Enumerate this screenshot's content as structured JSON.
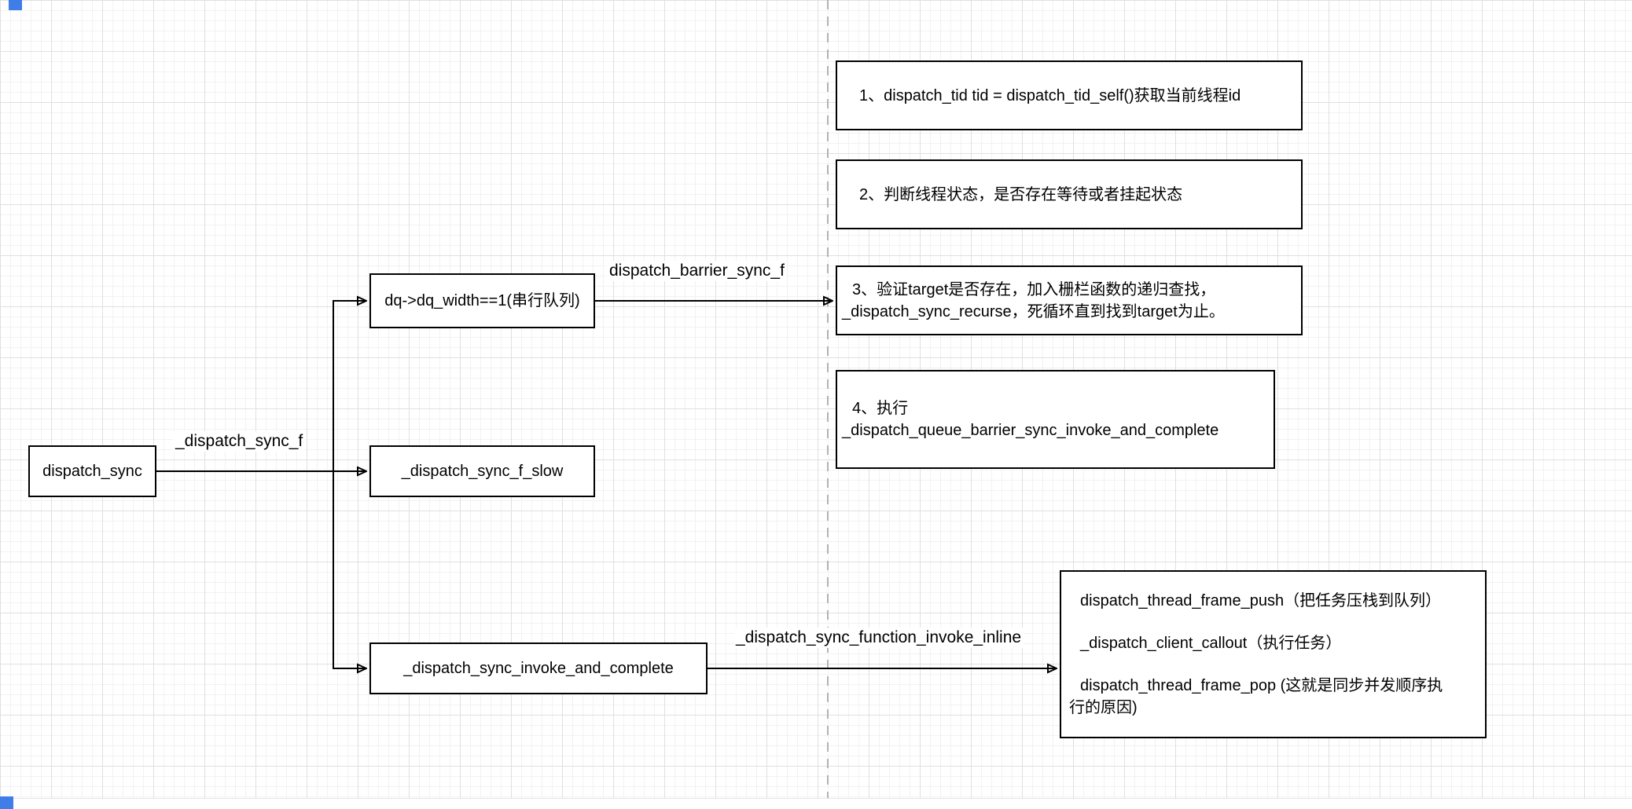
{
  "colors": {
    "node_border": "#000000",
    "edge": "#000000",
    "page_break": "#b3b3b3",
    "handle_blue": "#3f7de8"
  },
  "nodes": {
    "dispatch_sync": "dispatch_sync",
    "dq_width": "dq->dq_width==1(串行队列)",
    "sync_f_slow": "_dispatch_sync_f_slow",
    "invoke_complete": "_dispatch_sync_invoke_and_complete"
  },
  "edge_labels": {
    "sync_f": "_dispatch_sync_f",
    "barrier_sync_f": "dispatch_barrier_sync_f",
    "function_invoke_inline": "_dispatch_sync_function_invoke_inline"
  },
  "notes": {
    "step1": "1、dispatch_tid tid = dispatch_tid_self()获取当前线程id",
    "step2": "2、判断线程状态，是否存在等待或者挂起状态",
    "step3_line1": "3、验证target是否存在，加入栅栏函数的递归查找，",
    "step3_line2": "_dispatch_sync_recurse，死循环直到找到target为止。",
    "step4_line1": "4、执行",
    "step4_line2": "_dispatch_queue_barrier_sync_invoke_and_complete",
    "result_line1": "dispatch_thread_frame_push（把任务压栈到队列）",
    "result_line2": "_dispatch_client_callout（执行任务）",
    "result_line3": "dispatch_thread_frame_pop (这就是同步并发顺序执行的原因)"
  }
}
